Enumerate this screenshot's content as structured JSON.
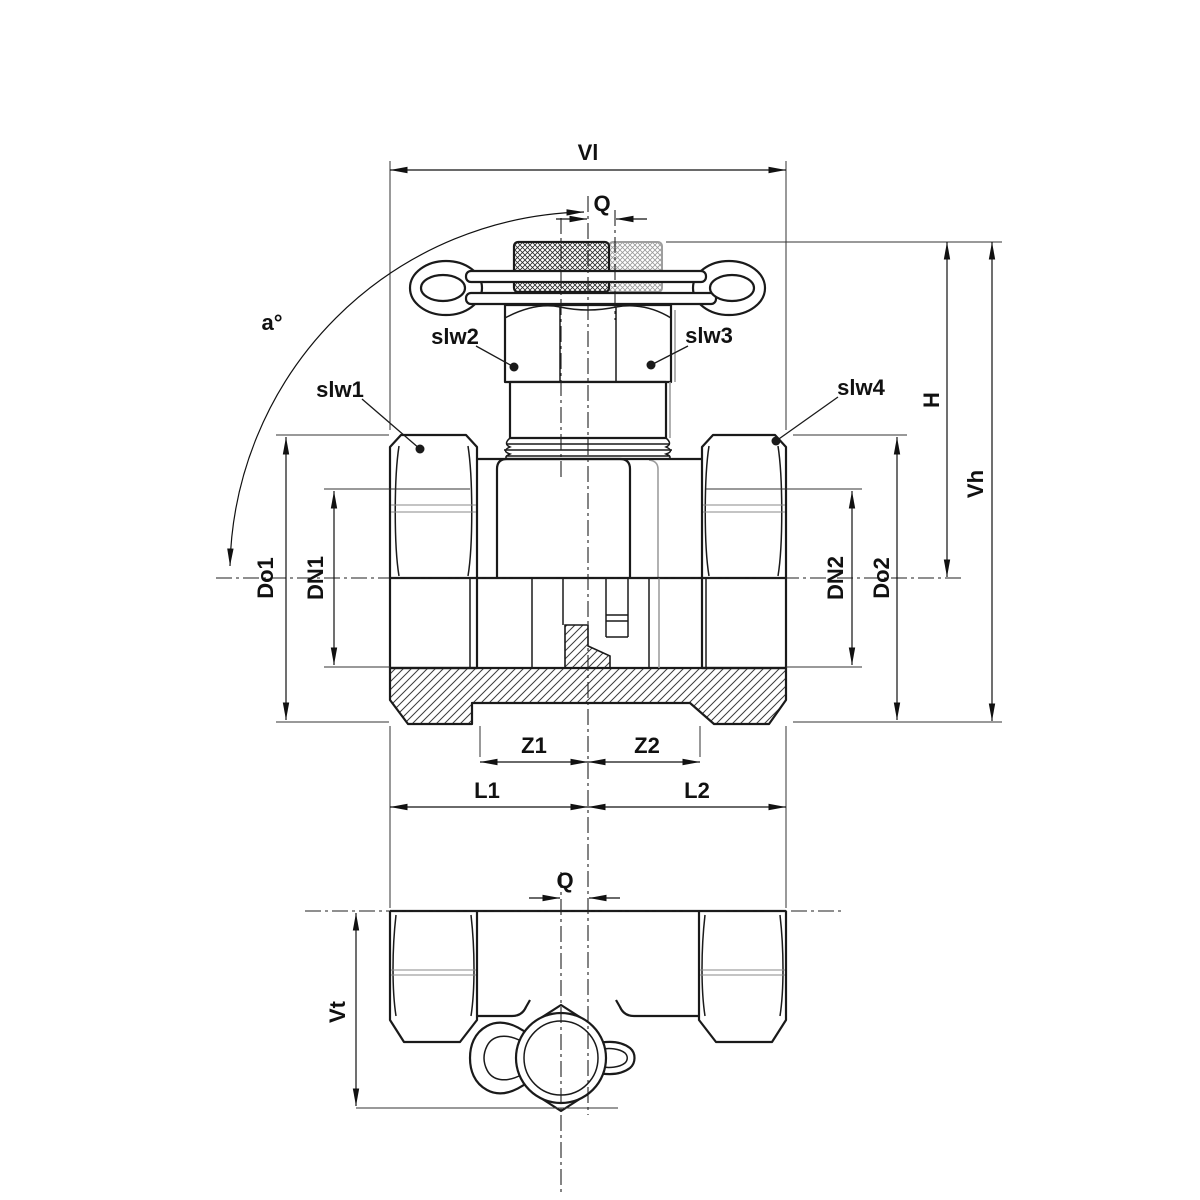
{
  "drawing": {
    "type": "technical-dimension-drawing",
    "views": {
      "front_view": "sectioned front view of union coupling valve",
      "bottom_view": "bottom view with wing toggle"
    },
    "labels": {
      "vl": "Vl",
      "q_top": "Q",
      "angle": "a°",
      "slw1": "slw1",
      "slw2": "slw2",
      "slw3": "slw3",
      "slw4": "slw4",
      "h": "H",
      "vh": "Vh",
      "do1": "Do1",
      "dn1": "DN1",
      "dn2": "DN2",
      "do2": "Do2",
      "z1": "Z1",
      "z2": "Z2",
      "l1": "L1",
      "l2": "L2",
      "q_bottom": "Q",
      "vt": "Vt"
    },
    "colors": {
      "background": "#ffffff",
      "line": "#1a1a1a",
      "overlay_variant": "#9e9e9e",
      "dimension": "#111111"
    }
  }
}
